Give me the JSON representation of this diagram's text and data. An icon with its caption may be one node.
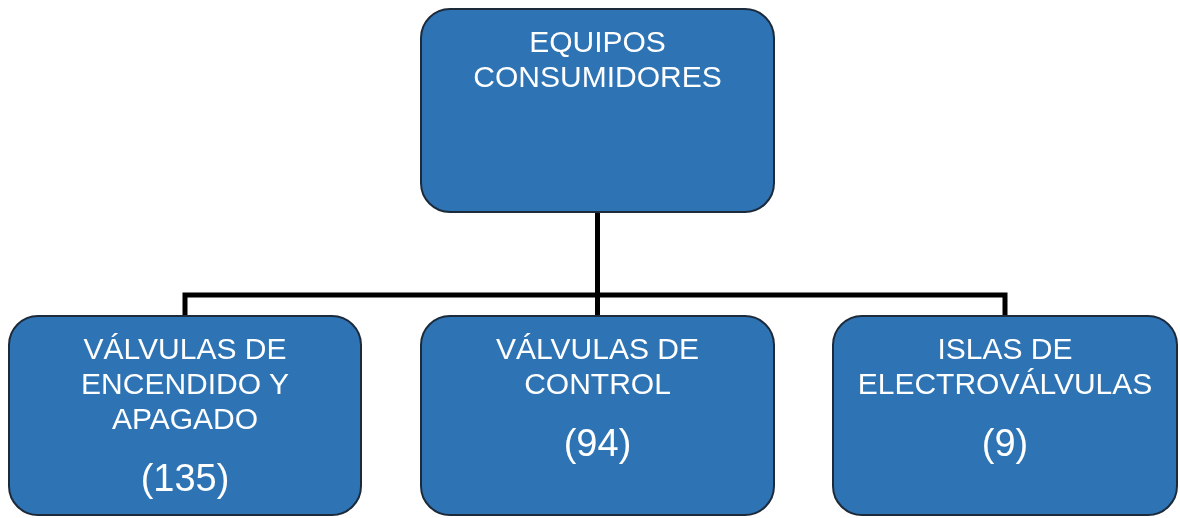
{
  "diagram": {
    "nodes": [
      {
        "text": [
          "EQUIPOS CONSUMIDORES"
        ]
      },
      {
        "text": [
          "VÁLVULAS DE ENCENDIDO Y APAGADO",
          "(135)"
        ]
      },
      {
        "text": [
          "VÁLVULAS DE CONTROL",
          "(94)"
        ]
      },
      {
        "text": [
          "ISLAS DE ELECTROVÁLVULAS",
          "(9)"
        ]
      }
    ],
    "edges": [
      {
        "from": 0,
        "to": 1,
        "arrow": "none"
      },
      {
        "from": 0,
        "to": 2,
        "arrow": "none"
      },
      {
        "from": 0,
        "to": 3,
        "arrow": "none"
      }
    ]
  }
}
